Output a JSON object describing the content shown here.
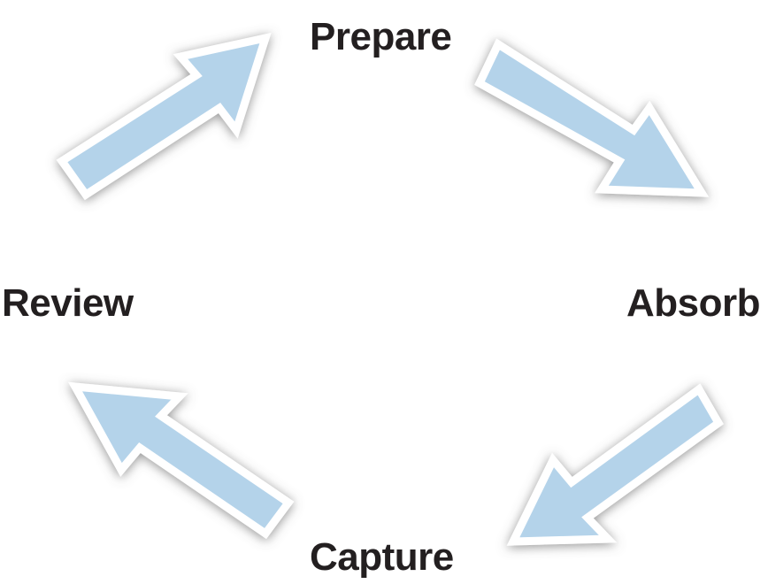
{
  "diagram": {
    "steps": [
      {
        "label": "Prepare"
      },
      {
        "label": "Absorb"
      },
      {
        "label": "Capture"
      },
      {
        "label": "Review"
      }
    ]
  },
  "colors": {
    "arrow_fill": "#b4d3ea",
    "arrow_outline": "#ffffff",
    "arrow_shadow": "#7a7a7a",
    "label_text": "#231f20",
    "background": "#ffffff"
  },
  "icons": {
    "arrow_review_to_prepare": "arrow-up-right-icon",
    "arrow_prepare_to_absorb": "arrow-down-right-icon",
    "arrow_absorb_to_capture": "arrow-down-left-icon",
    "arrow_capture_to_review": "arrow-up-left-icon"
  }
}
